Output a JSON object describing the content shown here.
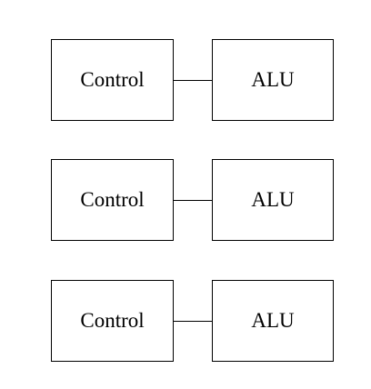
{
  "diagram": {
    "pairs": [
      {
        "left_label": "Control",
        "right_label": "ALU"
      },
      {
        "left_label": "Control",
        "right_label": "ALU"
      },
      {
        "left_label": "Control",
        "right_label": "ALU"
      }
    ]
  },
  "colors": {
    "stroke": "#000000",
    "background": "#ffffff"
  }
}
